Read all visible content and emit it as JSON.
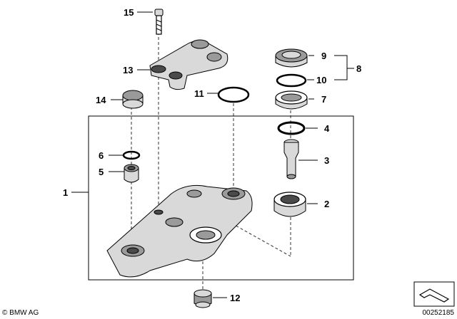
{
  "callouts": {
    "p1": "1",
    "p2": "2",
    "p3": "3",
    "p4": "4",
    "p5": "5",
    "p6": "6",
    "p7": "7",
    "p8": "8",
    "p9": "9",
    "p10": "10",
    "p11": "11",
    "p12": "12",
    "p13": "13",
    "p14": "14",
    "p15": "15"
  },
  "footer": {
    "copyright": "© BMW AG",
    "catalog_number": "00252185"
  }
}
